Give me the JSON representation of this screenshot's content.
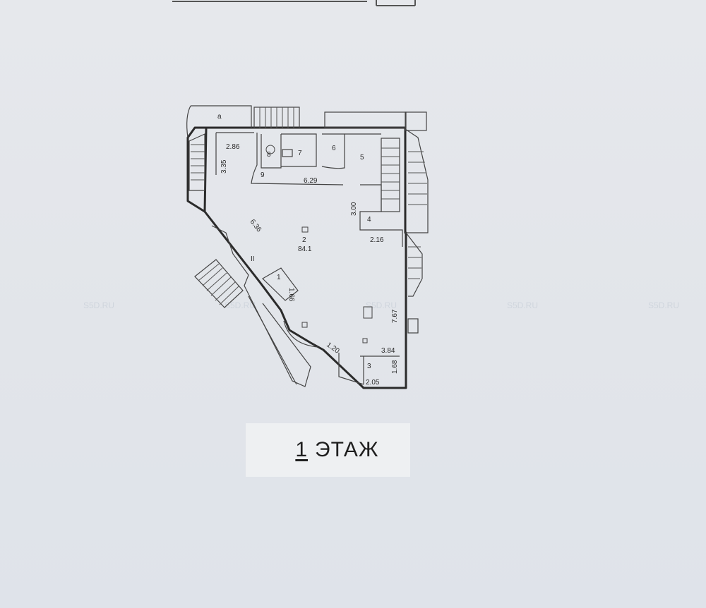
{
  "watermark": "S5D.RU",
  "rooms": [
    {
      "id": "a",
      "label": "а"
    },
    {
      "id": "r1",
      "label": "1"
    },
    {
      "id": "r2",
      "label": "2",
      "area": "84.1"
    },
    {
      "id": "r3",
      "label": "3"
    },
    {
      "id": "r4",
      "label": "4"
    },
    {
      "id": "r5",
      "label": "5"
    },
    {
      "id": "r6",
      "label": "6"
    },
    {
      "id": "r7",
      "label": "7"
    },
    {
      "id": "r8",
      "label": "8"
    },
    {
      "id": "r9",
      "label": "9"
    },
    {
      "id": "stair2",
      "label": "II"
    }
  ],
  "dimensions": [
    "2.86",
    "3.35",
    "6.29",
    "6.36",
    "3.00",
    "2.16",
    "1.66",
    "7.67",
    "1.20",
    "3.84",
    "1.68",
    "2.05"
  ],
  "floor_label": {
    "number": "1",
    "word": "ЭТАЖ"
  }
}
